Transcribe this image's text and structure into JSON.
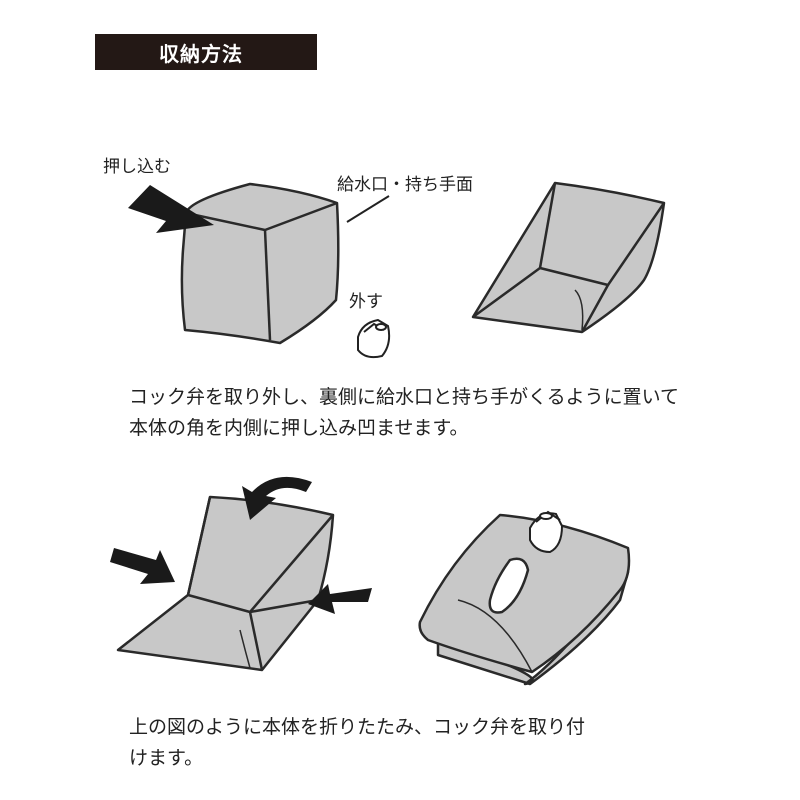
{
  "header": {
    "title": "収納方法"
  },
  "labels": {
    "push_in": "押し込む",
    "spout_handle": "給水口・持ち手面",
    "remove": "外す"
  },
  "paragraphs": {
    "step1_line1": "コック弁を取り外し、裏側に給水口と持ち手がくるように置いて",
    "step1_line2": "本体の角を内側に押し込み凹ませます。",
    "step2_line1": "上の図のように本体を折りたたみ、コック弁を取り付",
    "step2_line2": "けます。"
  },
  "colors": {
    "bag_fill": "#c8c8c8",
    "bag_dark": "#b5b5b5",
    "outline": "#2a2a2a",
    "title_bg": "#231815"
  }
}
